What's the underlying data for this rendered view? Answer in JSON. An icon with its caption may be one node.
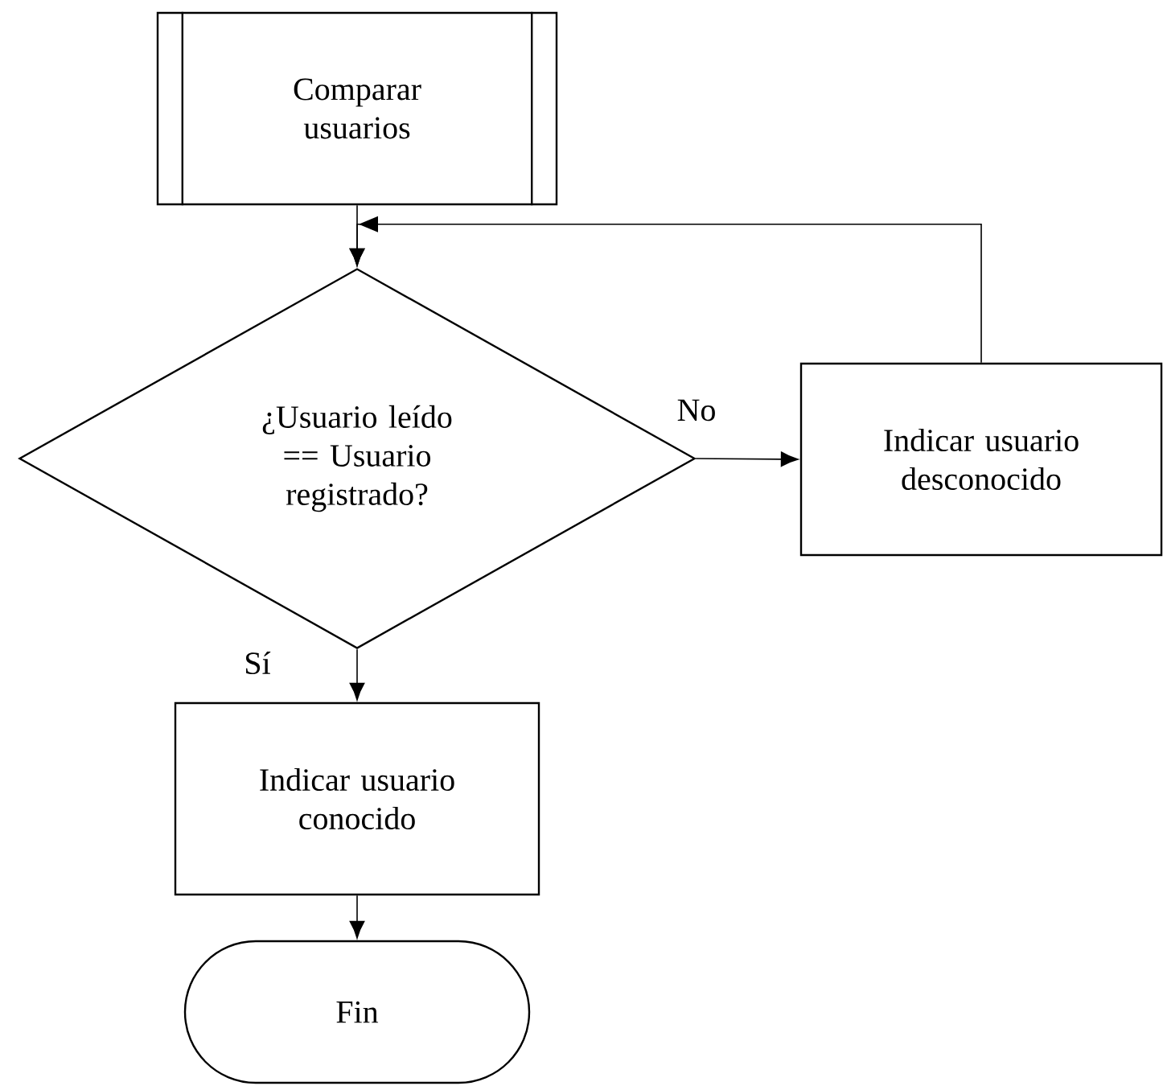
{
  "diagram": {
    "nodes": [
      {
        "text": [
          "Comparar usuarios"
        ]
      },
      {
        "text": [
          "¿Usuario leído == Usuario registrado?"
        ]
      },
      {
        "text": [
          "Indicar usuario desconocido"
        ]
      },
      {
        "text": [
          "Indicar usuario conocido"
        ]
      },
      {
        "text": [
          "Fin"
        ]
      }
    ],
    "edges": [
      {
        "from": 0,
        "to": 1,
        "arrow": "to"
      },
      {
        "from": 1,
        "to": 2,
        "arrow": "to",
        "label": "No"
      },
      {
        "from": 1,
        "to": 3,
        "arrow": "to",
        "label": "Sí"
      },
      {
        "from": 2,
        "to": 1,
        "arrow": "to"
      },
      {
        "from": 3,
        "to": 4,
        "arrow": "to"
      }
    ]
  }
}
